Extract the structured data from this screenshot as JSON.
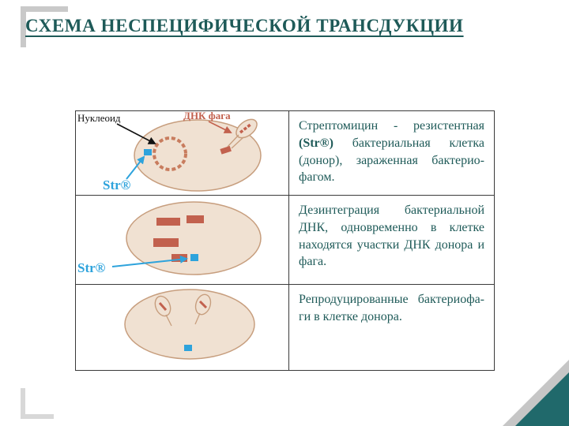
{
  "slide": {
    "title": "СХЕМА НЕСПЕЦИФИЧЕСКОЙ ТРАНСДУКЦИИ"
  },
  "diagram_labels": {
    "nucleoid": "Нуклеоид",
    "phage_dna": "ДНК фага",
    "str_row1": "Str®",
    "str_row2": "Str®"
  },
  "rows": [
    {
      "text_pre": "Стрептомицин - резистентная ",
      "text_bold": "(Str®)",
      "text_post": " бактериальная клетка (донор), зараженная бактерио-фагом."
    },
    {
      "text": "Дезинтеграция бактериальной ДНК, одновременно в клетке находятся участки ДНК донора и фага."
    },
    {
      "text": "Репродуцированные бактериофа-ги в клетке донора."
    }
  ],
  "colors": {
    "title_text": "#1E5A58",
    "body_text": "#1E5A58",
    "bacterial_cell_fill": "#F0E1D2",
    "bacterial_cell_outline": "#C79E7E",
    "dna_fragment": "#C2614E",
    "str_marker_blue": "#2EA3DC",
    "phage_dna_label": "#C2614E",
    "corner_triangle_teal": "#20696B",
    "corner_bracket_gray": "#C9C9C9"
  }
}
